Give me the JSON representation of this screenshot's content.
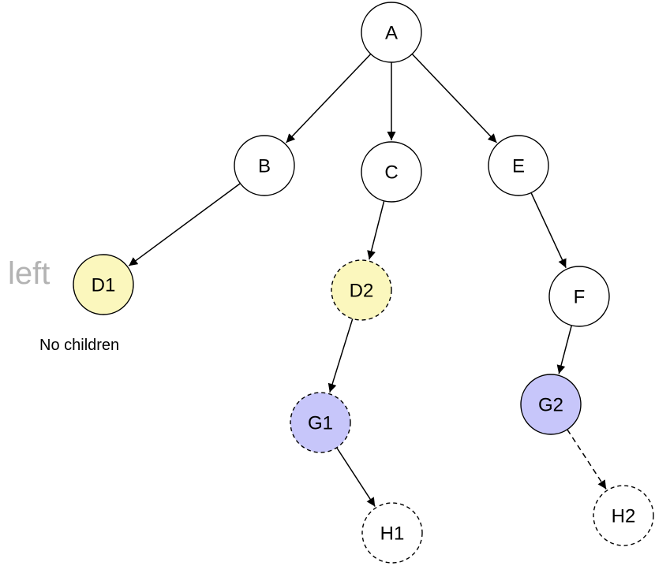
{
  "diagram": {
    "side_label": "left",
    "note": "No children",
    "colors": {
      "stroke": "#000000",
      "default_fill": "#ffffff",
      "yellow_fill": "#fbf7bd",
      "purple_fill": "#c7c6fa",
      "side_label_color": "#b3b3b3"
    },
    "nodes": [
      {
        "id": "A",
        "label": "A",
        "fill": "white",
        "dashed": false
      },
      {
        "id": "B",
        "label": "B",
        "fill": "white",
        "dashed": false
      },
      {
        "id": "C",
        "label": "C",
        "fill": "white",
        "dashed": false
      },
      {
        "id": "E",
        "label": "E",
        "fill": "white",
        "dashed": false
      },
      {
        "id": "D1",
        "label": "D1",
        "fill": "yellow",
        "dashed": false
      },
      {
        "id": "D2",
        "label": "D2",
        "fill": "yellow",
        "dashed": true
      },
      {
        "id": "F",
        "label": "F",
        "fill": "white",
        "dashed": false
      },
      {
        "id": "G1",
        "label": "G1",
        "fill": "purple",
        "dashed": true
      },
      {
        "id": "G2",
        "label": "G2",
        "fill": "purple",
        "dashed": false
      },
      {
        "id": "H1",
        "label": "H1",
        "fill": "white",
        "dashed": true
      },
      {
        "id": "H2",
        "label": "H2",
        "fill": "white",
        "dashed": true
      }
    ],
    "edges": [
      {
        "from": "A",
        "to": "B",
        "dashed": false
      },
      {
        "from": "A",
        "to": "C",
        "dashed": false
      },
      {
        "from": "A",
        "to": "E",
        "dashed": false
      },
      {
        "from": "B",
        "to": "D1",
        "dashed": false
      },
      {
        "from": "C",
        "to": "D2",
        "dashed": false
      },
      {
        "from": "E",
        "to": "F",
        "dashed": false
      },
      {
        "from": "D2",
        "to": "G1",
        "dashed": false
      },
      {
        "from": "F",
        "to": "G2",
        "dashed": false
      },
      {
        "from": "G1",
        "to": "H1",
        "dashed": false
      },
      {
        "from": "G2",
        "to": "H2",
        "dashed": true
      }
    ]
  }
}
